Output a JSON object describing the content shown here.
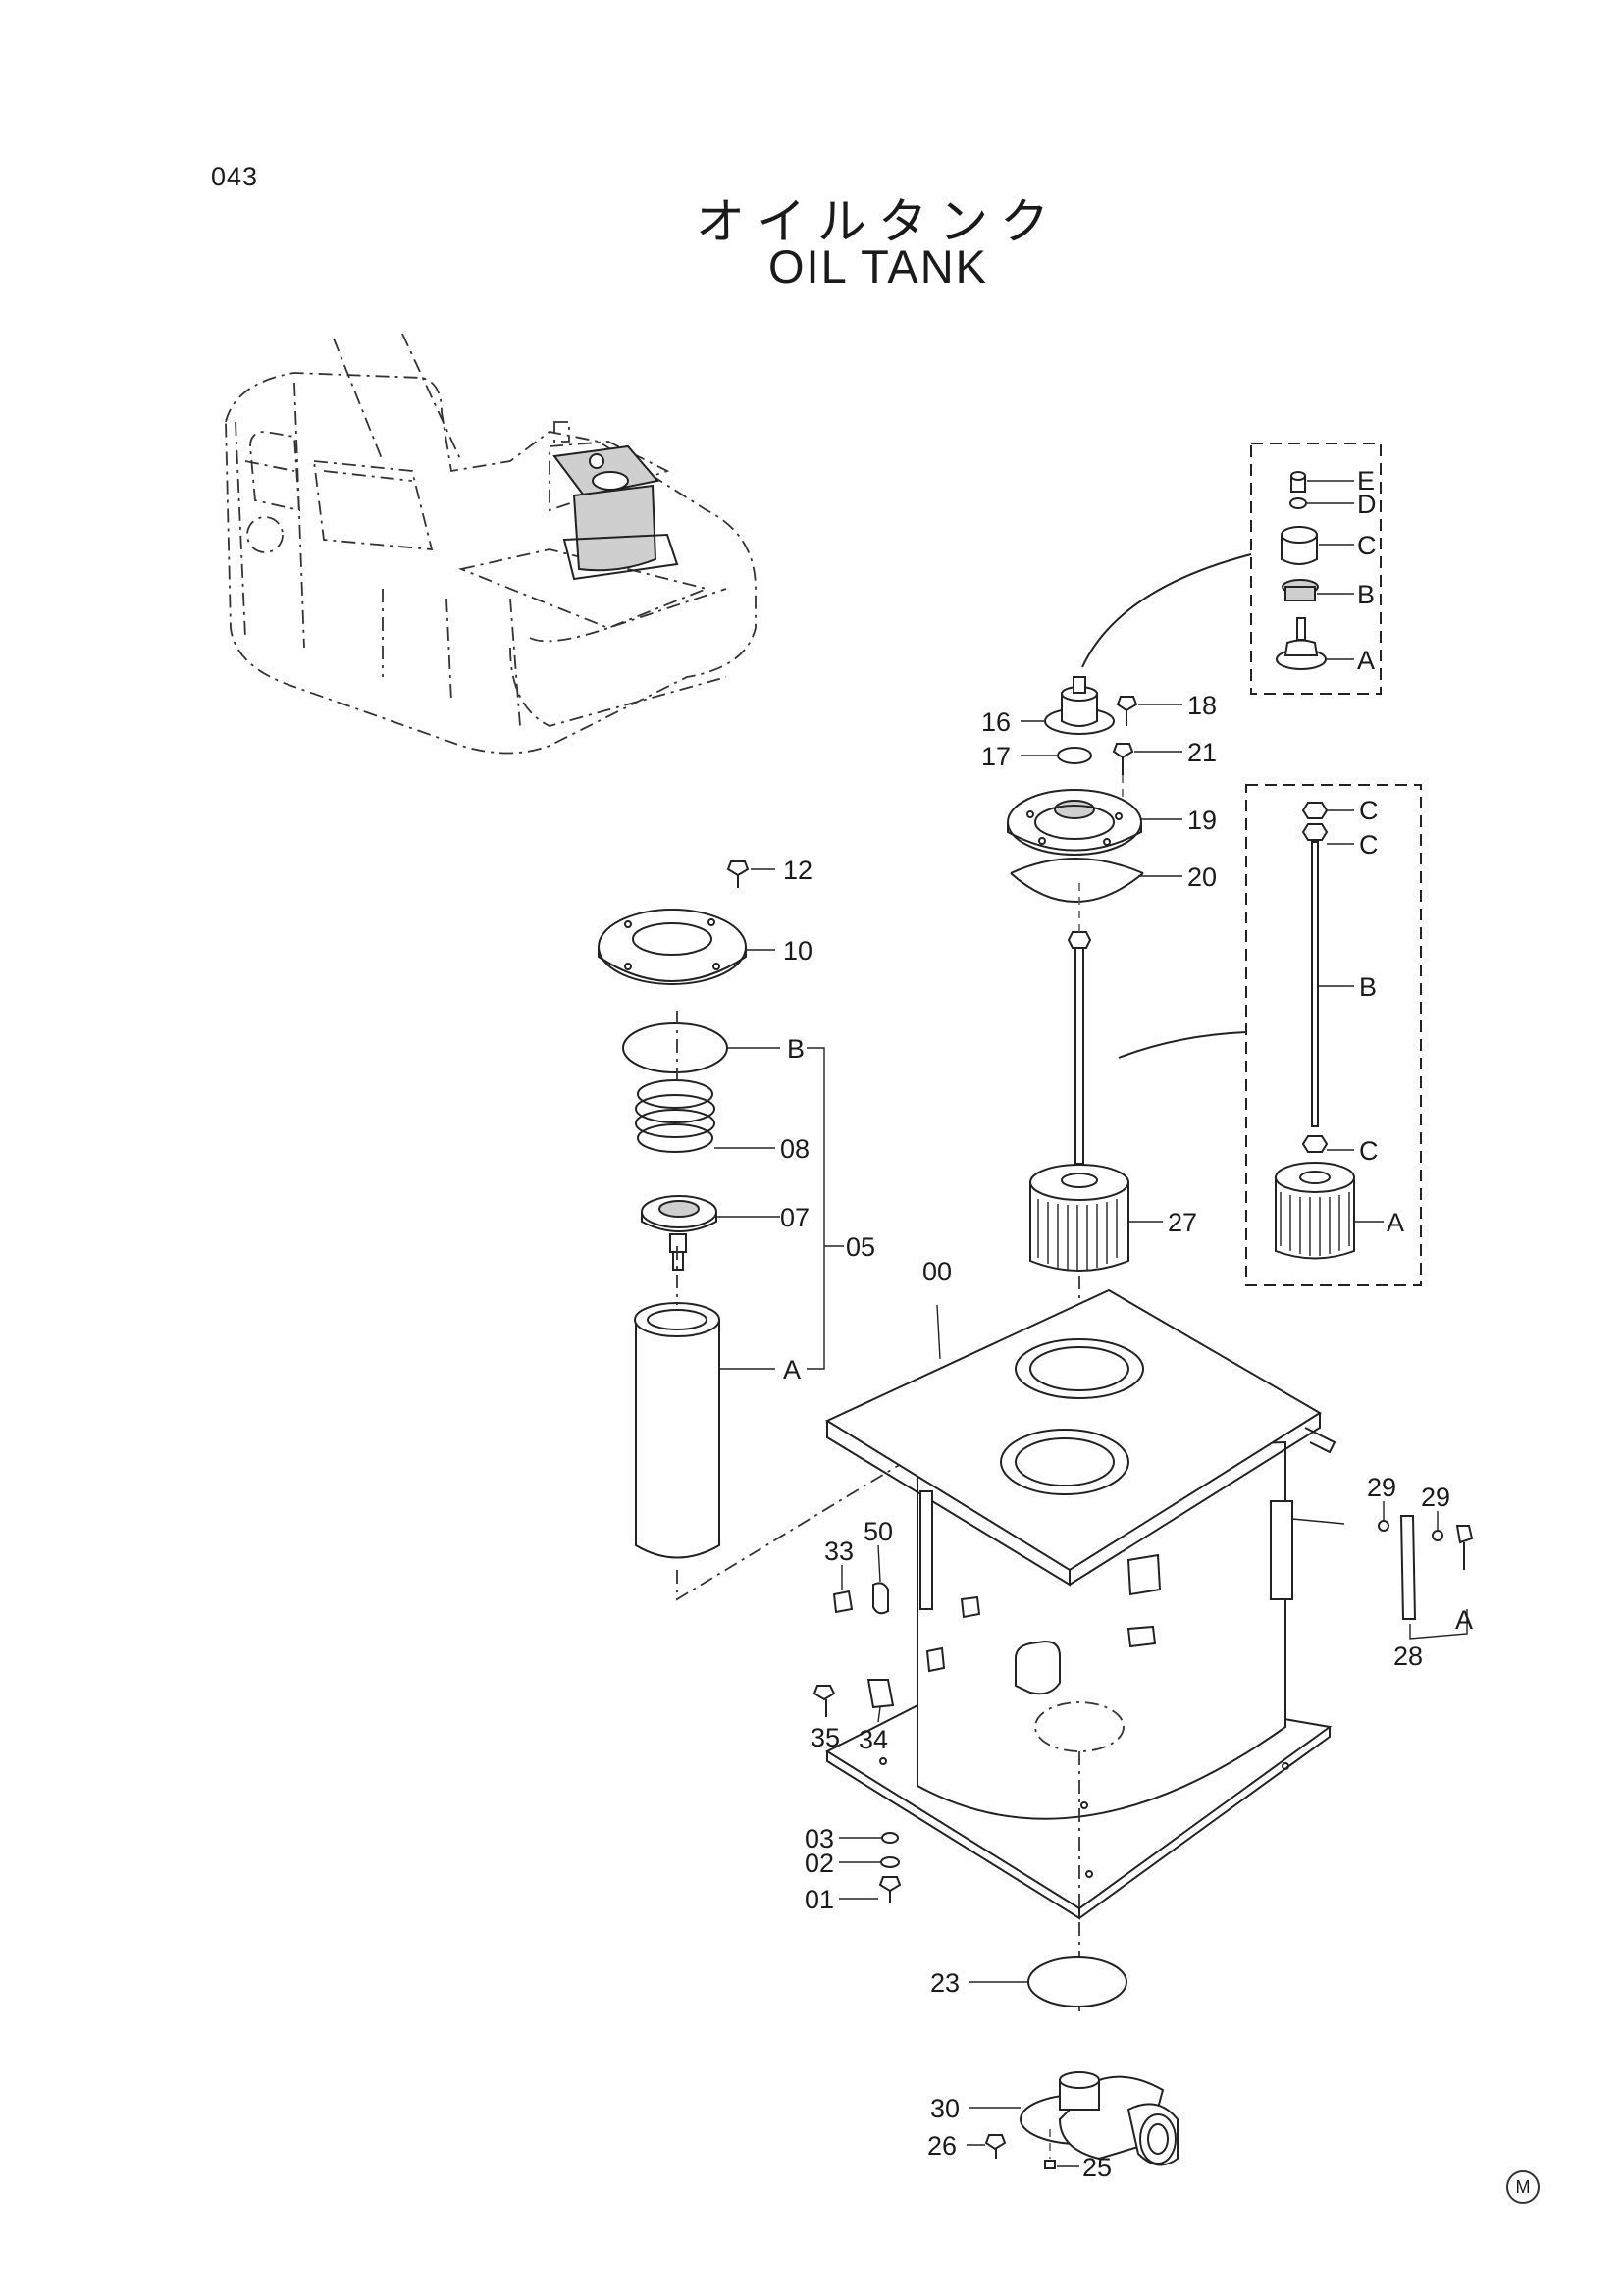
{
  "page_number": "043",
  "title_jp": "オイルタンク",
  "title_en": "OIL TANK",
  "corner_mark": "M",
  "callouts": {
    "c01": "01",
    "c02": "02",
    "c03": "03",
    "c00": "00",
    "c05": "05",
    "c07": "07",
    "c08": "08",
    "c10": "10",
    "c12": "12",
    "c16": "16",
    "c17": "17",
    "c18": "18",
    "c19": "19",
    "c20": "20",
    "c21": "21",
    "c23": "23",
    "c25": "25",
    "c26": "26",
    "c27": "27",
    "c28": "28",
    "c29a": "29",
    "c29b": "29",
    "c30": "30",
    "c33": "33",
    "c34": "34",
    "c35": "35",
    "c50": "50",
    "sub05_B": "B",
    "sub05_A": "A",
    "sub16_E": "E",
    "sub16_D": "D",
    "sub16_C": "C",
    "sub16_B": "B",
    "sub16_A": "A",
    "sub27_C1": "C",
    "sub27_C2": "C",
    "sub27_B": "B",
    "sub27_C3": "C",
    "sub27_A": "A",
    "sub28_A": "A"
  }
}
